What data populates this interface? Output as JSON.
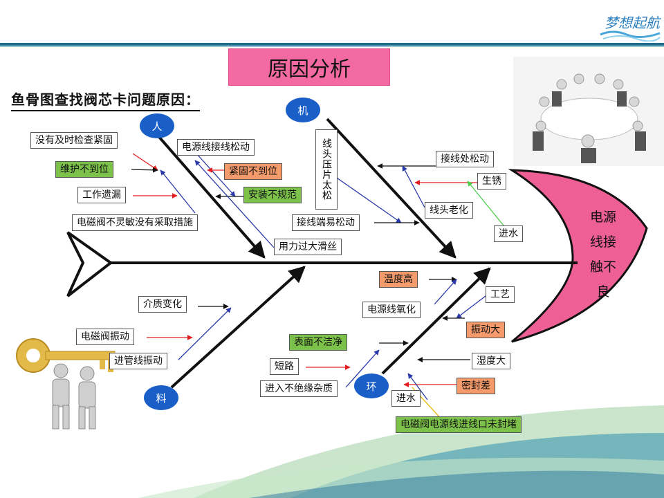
{
  "title": "原因分析",
  "subtitle": "鱼骨图查找阀芯卡问题原因：",
  "head": "电源线接触不良",
  "categories": {
    "people": "人",
    "machine": "机",
    "material": "料",
    "environment": "环"
  },
  "causes": {
    "c1": "没有及时检查紧固",
    "c2": "维护不到位",
    "c3": "工作遗漏",
    "c4": "电磁阀不灵敏没有采取措施",
    "c5": "电源线接线松动",
    "c6": "紧固不到位",
    "c7": "安装不规范",
    "c8": "用力过大滑丝",
    "c9": "线头压片太松",
    "c10": "接线端易松动",
    "c11": "接线处松动",
    "c12": "生锈",
    "c13": "线头老化",
    "c14": "进水",
    "c15": "介质变化",
    "c16": "电磁阀振动",
    "c17": "进管线振动",
    "c18": "温度高",
    "c19": "电源线氧化",
    "c20": "工艺",
    "c21": "振动大",
    "c22": "表面不洁净",
    "c23": "短路",
    "c24": "进入不绝缘杂质",
    "c25": "湿度大",
    "c26": "密封差",
    "c27": "进水",
    "c28": "电磁阀电源线进线口未封堵"
  },
  "logo_text": "梦想起航",
  "colors": {
    "pink": "#f36aa2",
    "green": "#7cc24a",
    "orange": "#f59a6a",
    "blue": "#1a5fc8",
    "red": "#e02020"
  }
}
